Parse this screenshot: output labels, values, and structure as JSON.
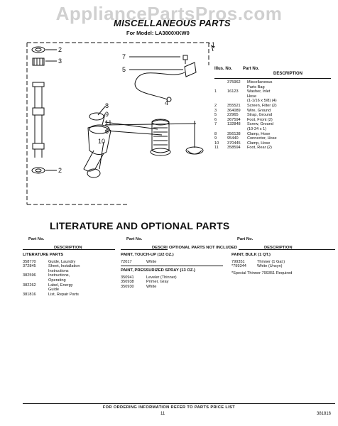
{
  "watermark": "AppliancePartsPros.com",
  "title": "MISCELLANEOUS PARTS",
  "model_line": "For Model: LA3800XKW0",
  "diagram": {
    "callouts": [
      "1",
      "2",
      "3",
      "4",
      "5",
      "6",
      "7",
      "8",
      "9",
      "10",
      "11",
      "2"
    ]
  },
  "parts_table": {
    "headers": {
      "illus": "Illus. No.",
      "part": "Part No.",
      "description": "DESCRIPTION"
    },
    "rows": [
      {
        "illus": "",
        "part": "375962",
        "desc": "Miscellaneous"
      },
      {
        "illus": "",
        "part": "",
        "desc": "Parts Bag"
      },
      {
        "illus": "1",
        "part": "16123",
        "desc": "Washer, Inlet"
      },
      {
        "illus": "",
        "part": "",
        "desc": "Hose"
      },
      {
        "illus": "",
        "part": "",
        "desc": "(1-1/16 x 5/8) (4)"
      },
      {
        "illus": "2",
        "part": "355521",
        "desc": "Screen, Filter (2)"
      },
      {
        "illus": "3",
        "part": "364089",
        "desc": "Wire, Ground"
      },
      {
        "illus": "5",
        "part": "22965",
        "desc": "Strap, Ground"
      },
      {
        "illus": "6",
        "part": "367594",
        "desc": "Foot, Front (2)"
      },
      {
        "illus": "7",
        "part": "132848",
        "desc": "Screw, Ground"
      },
      {
        "illus": "",
        "part": "",
        "desc": "(10-24 x 1)"
      },
      {
        "illus": "8",
        "part": "356138",
        "desc": "Clamp, Hose"
      },
      {
        "illus": "9",
        "part": "95440",
        "desc": "Connector, Hose"
      },
      {
        "illus": "10",
        "part": "370445",
        "desc": "Clamp, Hose"
      },
      {
        "illus": "11",
        "part": "358594",
        "desc": "Foot, Rear (2)"
      }
    ]
  },
  "literature": {
    "title": "LITERATURE AND OPTIONAL PARTS",
    "col_part_no": "Part No.",
    "col_description": "DESCRIPTION",
    "optional_not_included": "OPTIONAL PARTS NOT INCLUDED",
    "lit_section": "LITERATURE PARTS",
    "lit_rows": [
      {
        "part": "358770",
        "desc": "Guide, Laundry"
      },
      {
        "part": "372845",
        "desc": "Sheet, Installation"
      },
      {
        "part": "",
        "desc": "Instructions"
      },
      {
        "part": "382596",
        "desc": "Instructions,"
      },
      {
        "part": "",
        "desc": "Operating"
      },
      {
        "part": "382262",
        "desc": "Label, Energy"
      },
      {
        "part": "",
        "desc": "Guide"
      },
      {
        "part": "381816",
        "desc": "List, Repair Parts"
      }
    ],
    "touchup_section": "PAINT, TOUCH-UP (1/2 OZ.)",
    "touchup_rows": [
      {
        "part": "72017",
        "desc": "White"
      }
    ],
    "pressurized_section": "PAINT, PRESSURIZED SPRAY (13 OZ.)",
    "pressurized_rows": [
      {
        "part": "350941",
        "desc": "Leveler (Thinner)"
      },
      {
        "part": "350938",
        "desc": "Primer, Gray"
      },
      {
        "part": "350930",
        "desc": "White"
      }
    ],
    "bulk_section": "PAINT, BULK (1 QT.)",
    "bulk_rows": [
      {
        "part": "799351",
        "desc": "Thinner (1 Gal.)"
      },
      {
        "part": "*799344",
        "desc": "White (Unsyn)"
      }
    ],
    "bulk_note": "*Special Thinner 799351 Required"
  },
  "footer": {
    "text": "FOR ORDERING INFORMATION REFER TO PARTS PRICE LIST",
    "page": "11",
    "doc_no": "381816"
  }
}
